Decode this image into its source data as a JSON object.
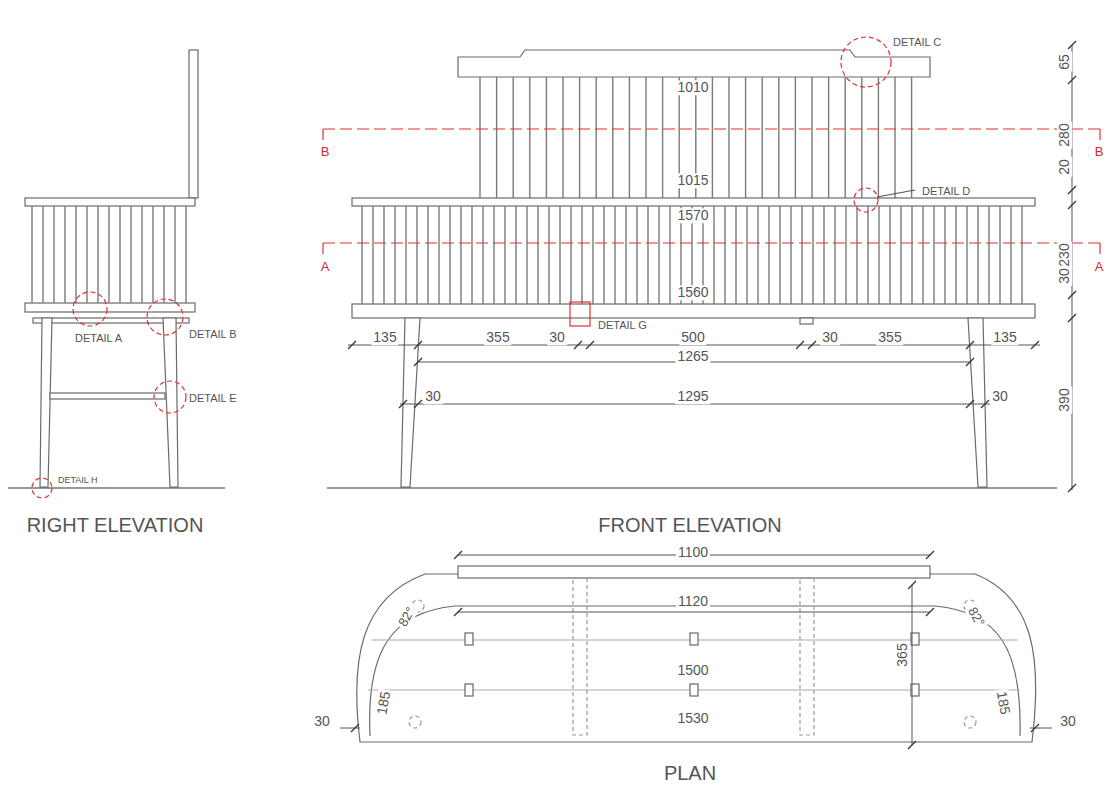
{
  "diagram": {
    "labels": [
      "DETAIL A",
      "DETAIL B",
      "DETAIL E",
      "DETAIL H",
      "RIGHT ELEVATION",
      "DETAIL C",
      "1010",
      "B",
      "B",
      "1015",
      "DETAIL D",
      "1570",
      "A",
      "A",
      "1560",
      "DETAIL G",
      "135",
      "355",
      "30",
      "500",
      "30",
      "355",
      "135",
      "1265",
      "30",
      "1295",
      "30",
      "65",
      "280",
      "20",
      "230",
      "30",
      "390",
      "FRONT ELEVATION",
      "1100",
      "82°",
      "1120",
      "82°",
      "365",
      "1500",
      "185",
      "185",
      "30",
      "1530",
      "30",
      "PLAN"
    ]
  }
}
